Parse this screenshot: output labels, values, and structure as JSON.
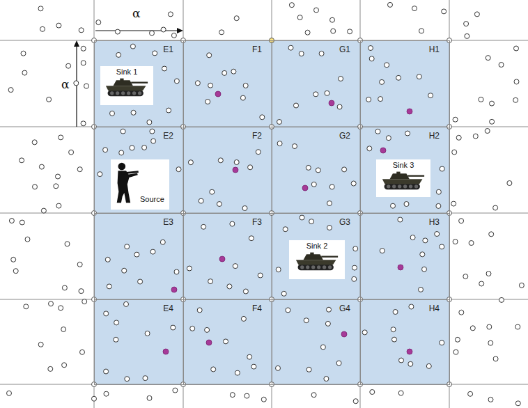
{
  "diagram": {
    "nodes": [
      {
        "text": [
          "E1"
        ]
      },
      {
        "text": [
          "Sink 1"
        ],
        "in": 0
      },
      {
        "text": [
          "F1"
        ]
      },
      {
        "text": [
          "G1"
        ]
      },
      {
        "text": [
          "H1"
        ]
      },
      {
        "text": [
          "E2"
        ]
      },
      {
        "text": [
          "Source"
        ],
        "in": 5
      },
      {
        "text": [
          "F2"
        ]
      },
      {
        "text": [
          "G2"
        ]
      },
      {
        "text": [
          "H2"
        ]
      },
      {
        "text": [
          "Sink 3"
        ],
        "in": 9
      },
      {
        "text": [
          "E3"
        ]
      },
      {
        "text": [
          "F3"
        ]
      },
      {
        "text": [
          "G3"
        ]
      },
      {
        "text": [
          "Sink 2"
        ],
        "in": 13
      },
      {
        "text": [
          "H3"
        ]
      },
      {
        "text": [
          "E4"
        ]
      },
      {
        "text": [
          "F4"
        ]
      },
      {
        "text": [
          "G4"
        ]
      },
      {
        "text": [
          "H4"
        ]
      }
    ],
    "labels": [
      "α",
      "α"
    ]
  }
}
